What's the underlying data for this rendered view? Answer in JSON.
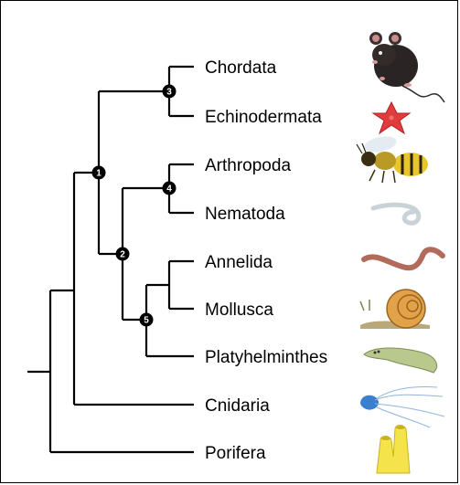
{
  "tree": {
    "taxa": [
      {
        "key": "chordata",
        "label": "Chordata",
        "icon": "mouse-icon"
      },
      {
        "key": "echinodermata",
        "label": "Echinodermata",
        "icon": "starfish-icon"
      },
      {
        "key": "arthropoda",
        "label": "Arthropoda",
        "icon": "bee-icon"
      },
      {
        "key": "nematoda",
        "label": "Nematoda",
        "icon": "roundworm-icon"
      },
      {
        "key": "annelida",
        "label": "Annelida",
        "icon": "earthworm-icon"
      },
      {
        "key": "mollusca",
        "label": "Mollusca",
        "icon": "snail-icon"
      },
      {
        "key": "platyhelminthes",
        "label": "Platyhelminthes",
        "icon": "flatworm-icon"
      },
      {
        "key": "cnidaria",
        "label": "Cnidaria",
        "icon": "jellyfish-icon"
      },
      {
        "key": "porifera",
        "label": "Porifera",
        "icon": "sponge-icon"
      }
    ],
    "nodes": [
      {
        "number": "1",
        "children": [
          "node-3",
          "node-2"
        ]
      },
      {
        "number": "2",
        "children": [
          "node-4",
          "node-5"
        ]
      },
      {
        "number": "3",
        "children": [
          "chordata",
          "echinodermata"
        ]
      },
      {
        "number": "4",
        "children": [
          "arthropoda",
          "nematoda"
        ]
      },
      {
        "number": "5",
        "children": [
          "annelida+mollusca",
          "platyhelminthes"
        ]
      }
    ]
  }
}
